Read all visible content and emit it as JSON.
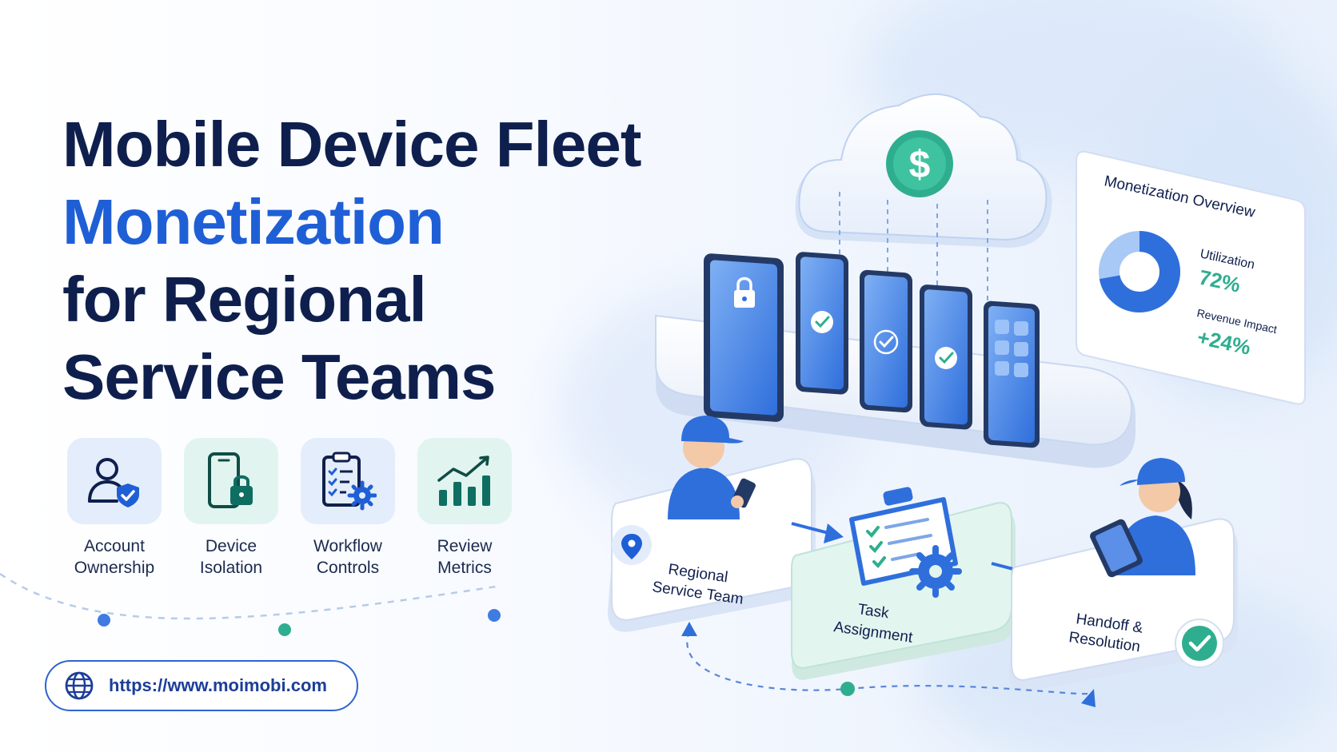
{
  "headline": {
    "line1": "Mobile Device Fleet",
    "line2": "Monetization",
    "line3": "for Regional",
    "line4": "Service Teams"
  },
  "features": [
    {
      "line1": "Account",
      "line2": "Ownership",
      "icon": "user-shield-icon"
    },
    {
      "line1": "Device",
      "line2": "Isolation",
      "icon": "phone-lock-icon"
    },
    {
      "line1": "Workflow",
      "line2": "Controls",
      "icon": "clipboard-gear-icon"
    },
    {
      "line1": "Review",
      "line2": "Metrics",
      "icon": "bar-trend-icon"
    }
  ],
  "website": {
    "url": "https://www.moimobi.com",
    "icon": "globe-icon"
  },
  "overview_card": {
    "title": "Monetization Overview",
    "utilization_label": "Utilization",
    "utilization_value": "72%",
    "utilization_fraction": 0.72,
    "revenue_label": "Revenue Impact",
    "revenue_value": "+24%"
  },
  "workflow": {
    "step1": {
      "line1": "Regional",
      "line2": "Service Team"
    },
    "step2": {
      "line1": "Task",
      "line2": "Assignment"
    },
    "step3": {
      "line1": "Handoff &",
      "line2": "Resolution"
    }
  },
  "colors": {
    "navy": "#0f1f4d",
    "accent_blue": "#1f5fd6",
    "teal": "#2fae8f",
    "mint": "#e2f4ef",
    "light_blue": "#e4edfb"
  }
}
